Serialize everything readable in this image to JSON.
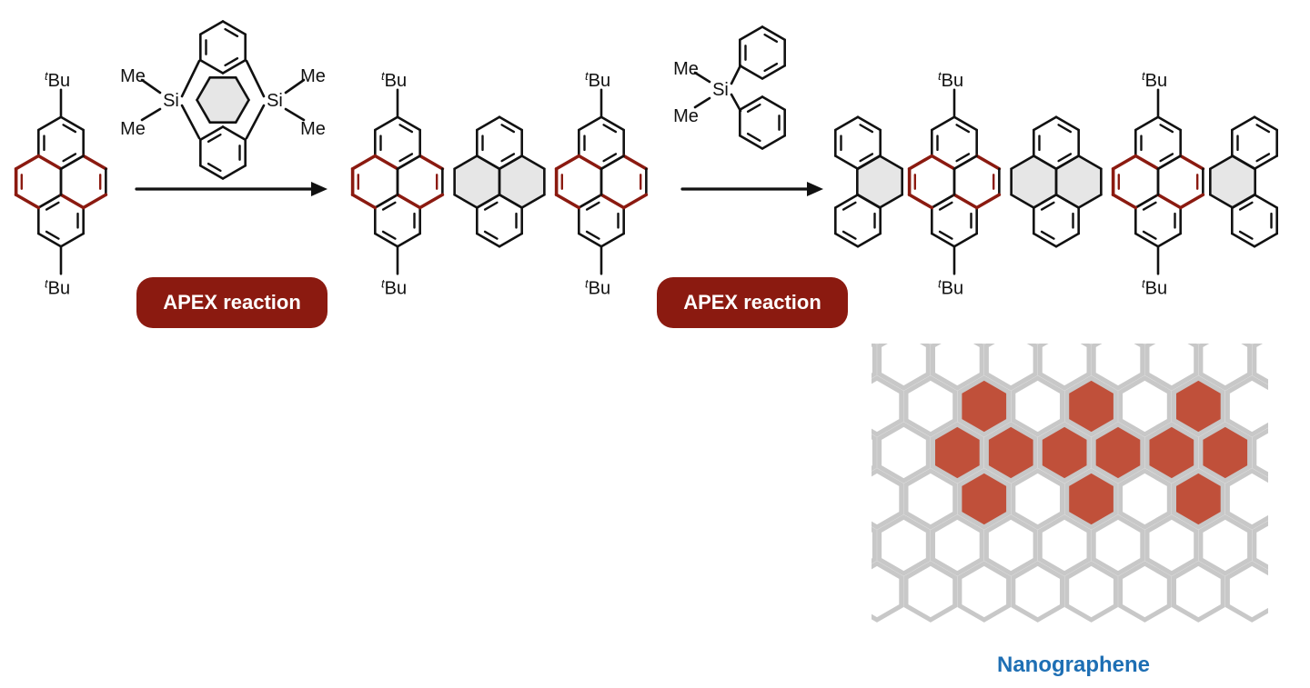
{
  "labels": {
    "tbu_sup": "t",
    "tbu_main": "Bu",
    "me": "Me",
    "si": "Si"
  },
  "reactions": {
    "step1": "APEX reaction",
    "step2": "APEX reaction"
  },
  "caption": "Nanographene",
  "colors": {
    "highlight_bond": "#8b1a10",
    "fused_ring_fill": "#e6e6e6",
    "nanographene_cell": "#c0503a",
    "grid_line": "#c8c8c8",
    "caption_color": "#1e6fb4"
  }
}
